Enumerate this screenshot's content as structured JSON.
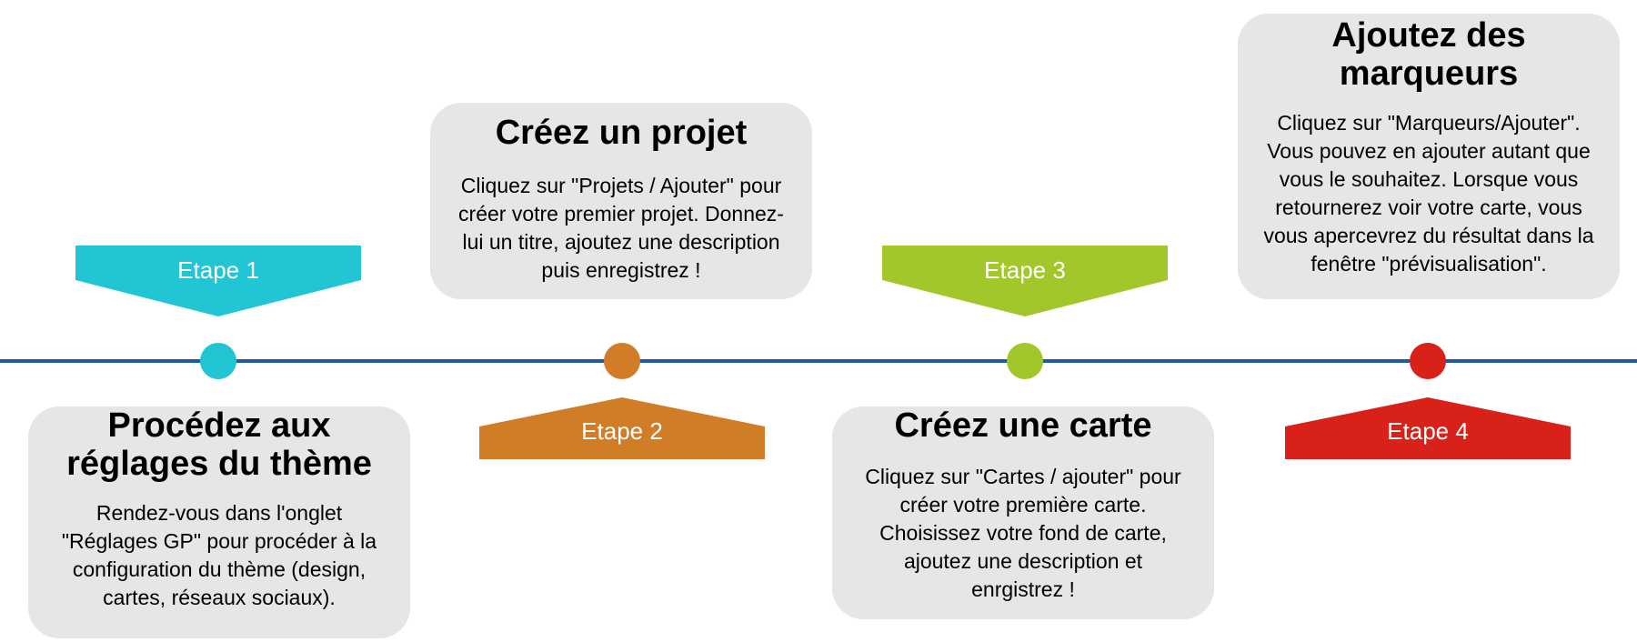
{
  "colors": {
    "line": "#1f5aa6",
    "step1": "#22c5d3",
    "step2": "#d17c27",
    "step3": "#a2c72a",
    "step4": "#d82119",
    "card_bg": "#e6e6e6"
  },
  "steps": [
    {
      "label": "Etape 1",
      "title": "Procédez aux réglages du thème",
      "title_lines": [
        "Procédez aux",
        "réglages du thème"
      ],
      "text_lines": [
        "Rendez-vous dans l'onglet",
        "\"Réglages GP\" pour procéder à la",
        "configuration du thème (design,",
        "cartes, réseaux sociaux)."
      ]
    },
    {
      "label": "Etape 2",
      "title": "Créez un projet",
      "title_lines": [
        "Créez un projet"
      ],
      "text_lines": [
        "Cliquez sur \"Projets / Ajouter\" pour",
        "créer votre premier projet. Donnez-",
        "lui un titre, ajoutez une description",
        "puis enregistrez !"
      ]
    },
    {
      "label": "Etape 3",
      "title": "Créez une carte",
      "title_lines": [
        "Créez une carte"
      ],
      "text_lines": [
        "Cliquez sur \"Cartes / ajouter\" pour",
        "créer votre première carte.",
        "Choisissez votre fond de carte,",
        "ajoutez une description et",
        "enrgistrez !"
      ]
    },
    {
      "label": "Etape 4",
      "title": "Ajoutez des marqueurs",
      "title_lines": [
        "Ajoutez des",
        "marqueurs"
      ],
      "text_lines": [
        "Cliquez sur \"Marqueurs/Ajouter\".",
        "Vous pouvez en ajouter autant que",
        "vous le souhaitez. Lorsque vous",
        "retournerez voir votre carte, vous",
        "vous apercevrez du résultat dans la",
        "fenêtre \"prévisualisation\"."
      ]
    }
  ]
}
